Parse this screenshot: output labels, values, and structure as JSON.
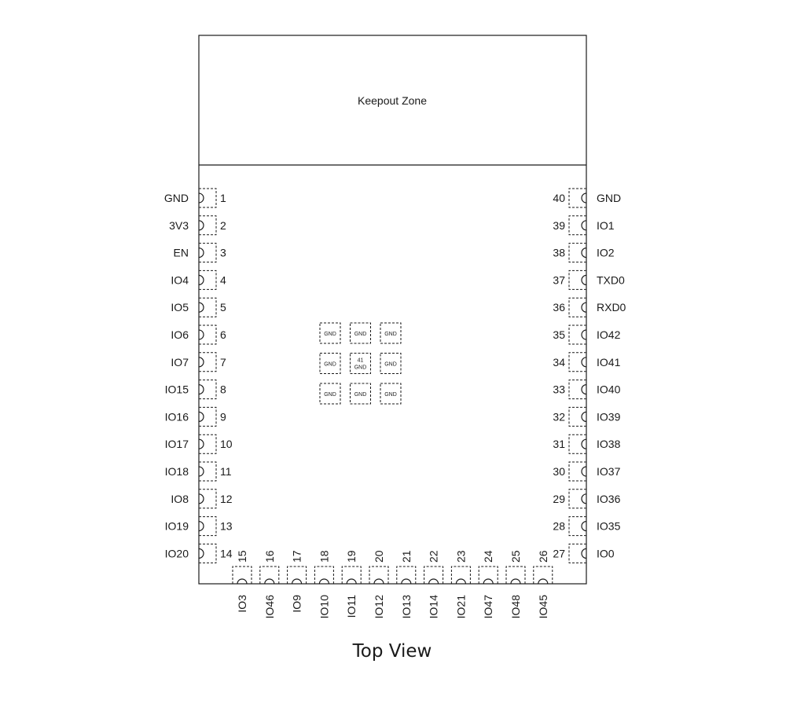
{
  "keepout_label": "Keepout Zone",
  "caption": "Top View",
  "left_pins": [
    {
      "num": "1",
      "name": "GND"
    },
    {
      "num": "2",
      "name": "3V3"
    },
    {
      "num": "3",
      "name": "EN"
    },
    {
      "num": "4",
      "name": "IO4"
    },
    {
      "num": "5",
      "name": "IO5"
    },
    {
      "num": "6",
      "name": "IO6"
    },
    {
      "num": "7",
      "name": "IO7"
    },
    {
      "num": "8",
      "name": "IO15"
    },
    {
      "num": "9",
      "name": "IO16"
    },
    {
      "num": "10",
      "name": "IO17"
    },
    {
      "num": "11",
      "name": "IO18"
    },
    {
      "num": "12",
      "name": "IO8"
    },
    {
      "num": "13",
      "name": "IO19"
    },
    {
      "num": "14",
      "name": "IO20"
    }
  ],
  "bottom_pins": [
    {
      "num": "15",
      "name": "IO3"
    },
    {
      "num": "16",
      "name": "IO46"
    },
    {
      "num": "17",
      "name": "IO9"
    },
    {
      "num": "18",
      "name": "IO10"
    },
    {
      "num": "19",
      "name": "IO11"
    },
    {
      "num": "20",
      "name": "IO12"
    },
    {
      "num": "21",
      "name": "IO13"
    },
    {
      "num": "22",
      "name": "IO14"
    },
    {
      "num": "23",
      "name": "IO21"
    },
    {
      "num": "24",
      "name": "IO47"
    },
    {
      "num": "25",
      "name": "IO48"
    },
    {
      "num": "26",
      "name": "IO45"
    }
  ],
  "right_pins": [
    {
      "num": "40",
      "name": "GND"
    },
    {
      "num": "39",
      "name": "IO1"
    },
    {
      "num": "38",
      "name": "IO2"
    },
    {
      "num": "37",
      "name": "TXD0"
    },
    {
      "num": "36",
      "name": "RXD0"
    },
    {
      "num": "35",
      "name": "IO42"
    },
    {
      "num": "34",
      "name": "IO41"
    },
    {
      "num": "33",
      "name": "IO40"
    },
    {
      "num": "32",
      "name": "IO39"
    },
    {
      "num": "31",
      "name": "IO38"
    },
    {
      "num": "30",
      "name": "IO37"
    },
    {
      "num": "29",
      "name": "IO36"
    },
    {
      "num": "28",
      "name": "IO35"
    },
    {
      "num": "27",
      "name": "IO0"
    }
  ],
  "center_pads": [
    {
      "label": "GND"
    },
    {
      "label": "GND"
    },
    {
      "label": "GND"
    },
    {
      "label": "GND"
    },
    {
      "num": "41",
      "label": "GND"
    },
    {
      "label": "GND"
    },
    {
      "label": "GND"
    },
    {
      "label": "GND"
    },
    {
      "label": "GND"
    }
  ]
}
